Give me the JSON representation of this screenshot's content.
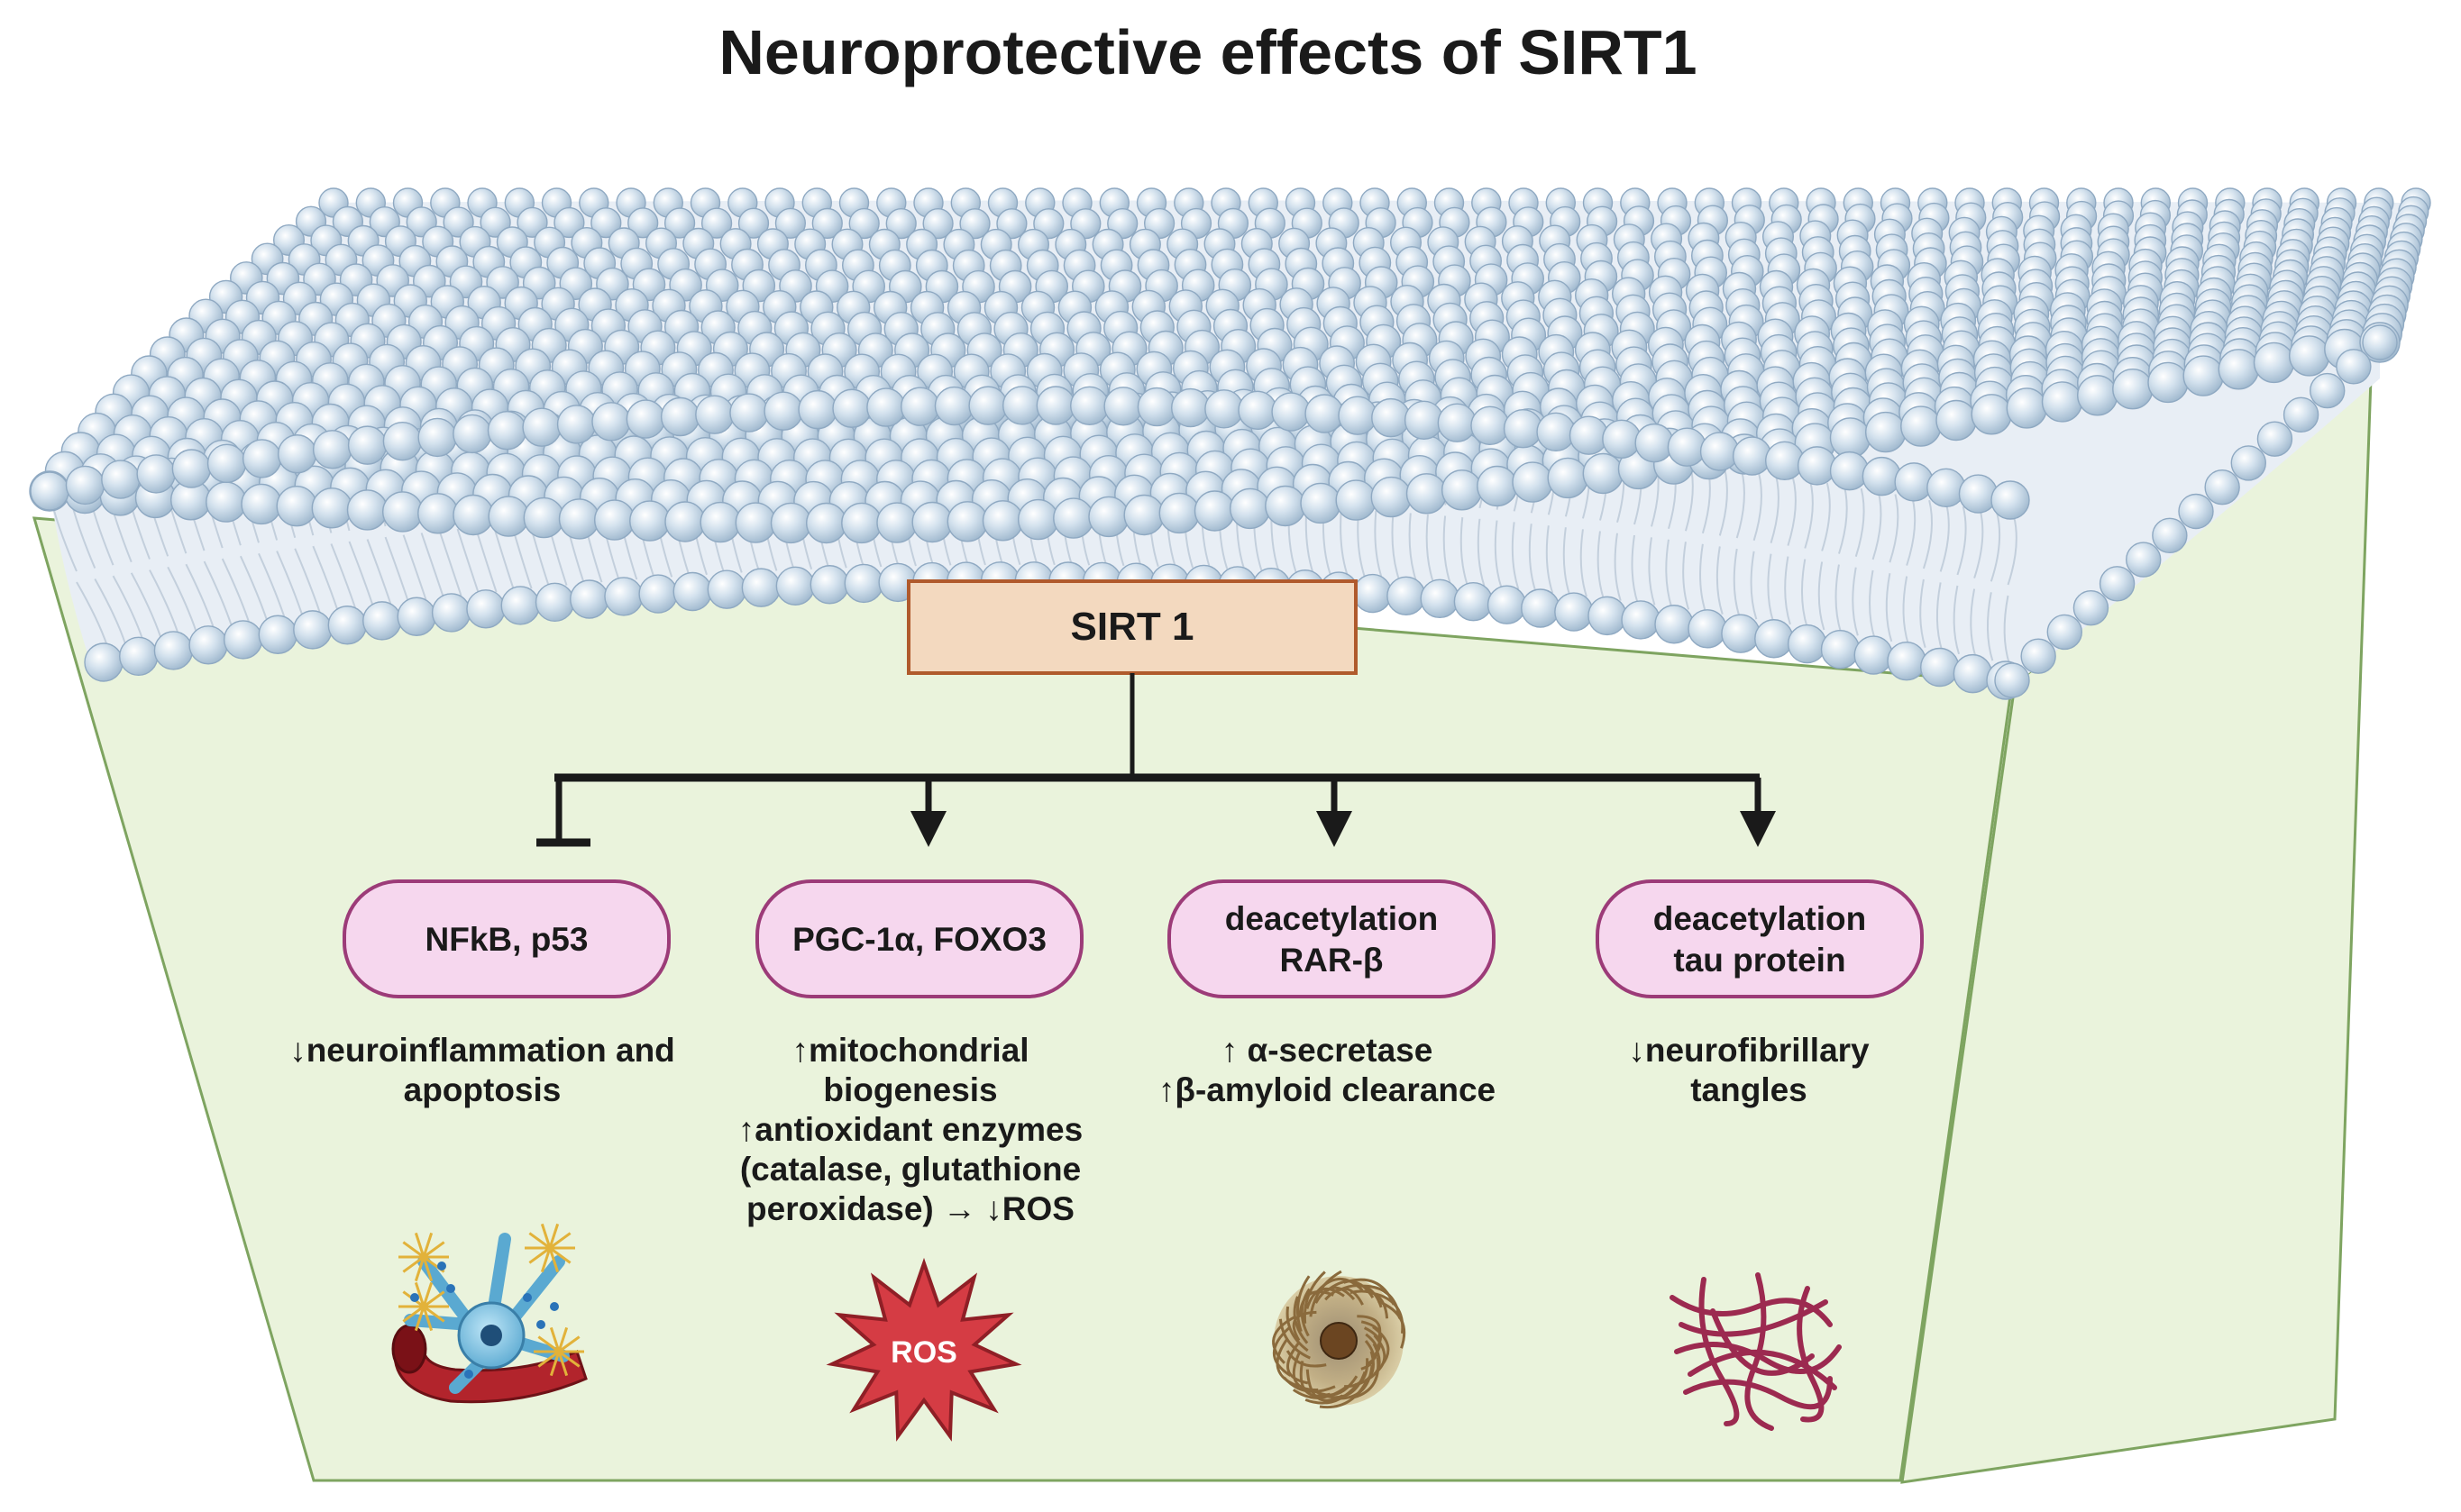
{
  "title": "Neuroprotective effects of SIRT1",
  "center_node": {
    "label": "SIRT 1"
  },
  "targets": [
    {
      "label_lines": [
        "NFkB, p53"
      ],
      "relation": "inhibits",
      "effect_lines": [
        "↓neuroinflammation and",
        "apoptosis"
      ],
      "icon": "neuroinflammation-icon"
    },
    {
      "label_lines": [
        "PGC-1α, FOXO3"
      ],
      "relation": "activates",
      "effect_lines": [
        "↑mitochondrial",
        "biogenesis",
        "↑antioxidant enzymes",
        "(catalase, glutathione",
        "peroxidase) → ↓ROS"
      ],
      "icon": "ros-burst-icon",
      "icon_label": "ROS"
    },
    {
      "label_lines": [
        "deacetylation",
        "RAR-β"
      ],
      "relation": "activates",
      "effect_lines": [
        "↑  α-secretase",
        "↑β-amyloid clearance"
      ],
      "icon": "amyloid-plaque-icon"
    },
    {
      "label_lines": [
        "deacetylation",
        "tau protein"
      ],
      "relation": "activates",
      "effect_lines": [
        "↓neurofibrillary",
        "tangles"
      ],
      "icon": "neurofibrillary-tangle-icon"
    }
  ],
  "colors": {
    "cell_interior": "#eaf3dc",
    "cell_outline": "#7ea460",
    "membrane_head": "#bcd0e2",
    "membrane_head_edge": "#8fa9c2",
    "membrane_tail": "#c3cfdc",
    "sirt_fill": "#f3d9bf",
    "sirt_border": "#b05a2c",
    "target_fill": "#f6d7ee",
    "target_border": "#9c3b78",
    "connector": "#1a1a1a",
    "ros_fill": "#d53c44",
    "ros_edge": "#8f1f26",
    "amyloid": "#8a6a3c",
    "tangle": "#9c2a50"
  }
}
